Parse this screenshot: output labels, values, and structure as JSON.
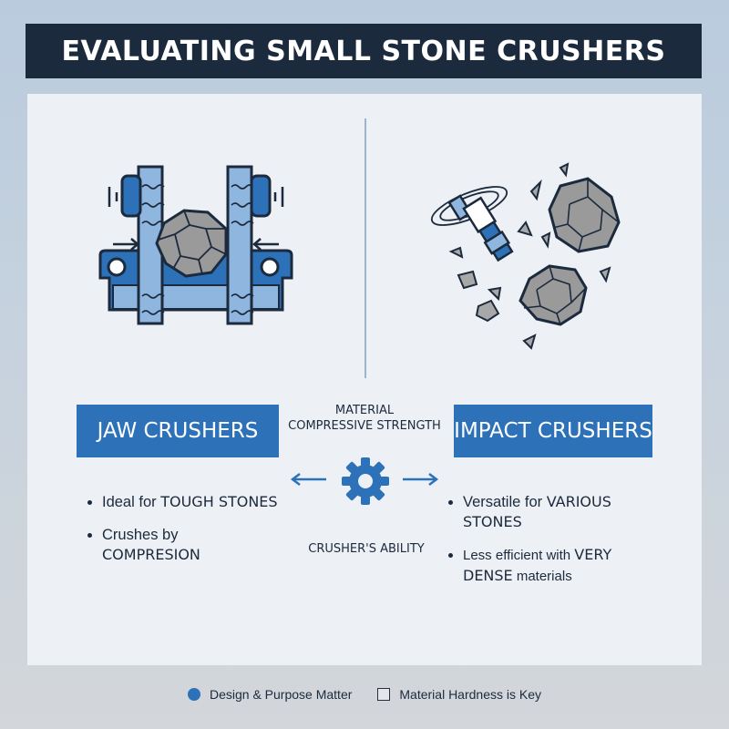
{
  "title": "EVALUATING SMALL STONE CRUSHERS",
  "left": {
    "label": "JAW CRUSHERS",
    "bullets": [
      {
        "prefix": "Ideal for ",
        "strong": "TOUGH STONES",
        "suffix": ""
      },
      {
        "prefix": "Crushes by ",
        "strong": "COMPRESION",
        "suffix": ""
      }
    ]
  },
  "right": {
    "label": "IMPACT CRUSHERS",
    "bullets": [
      {
        "prefix": "Versatile for ",
        "strong": "VARIOUS STONES",
        "suffix": ""
      },
      {
        "prefix": "Less efficient with ",
        "strong": "VERY DENSE",
        "suffix": " materials"
      }
    ]
  },
  "center": {
    "top_line1": "MATERIAL",
    "top_line2": "COMPRESSIVE STRENGTH",
    "bottom": "CRUSHER'S ABILITY",
    "icon": "gear-icon"
  },
  "legend": [
    {
      "marker": "circle",
      "label": "Design & Purpose Matter"
    },
    {
      "marker": "square",
      "label": "Material Hardness is Key"
    }
  ],
  "colors": {
    "navy": "#1c2a3d",
    "accent_blue": "#2d72b9",
    "light_blue": "#7fa9d6",
    "stone_gray": "#9a9a9a"
  }
}
